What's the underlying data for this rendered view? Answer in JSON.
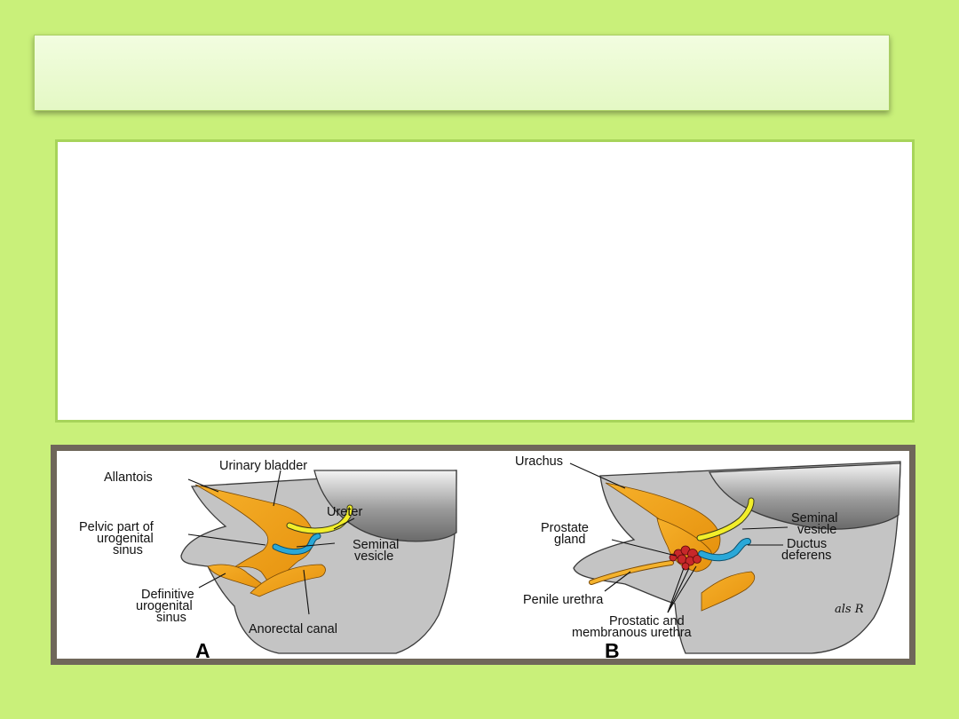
{
  "panel_a": {
    "letter": "A",
    "labels": {
      "allantois": "Allantois",
      "urinary_bladder": "Urinary bladder",
      "ureter": "Ureter",
      "pelvic_1": "Pelvic part of",
      "pelvic_2": "urogenital",
      "pelvic_3": "sinus",
      "seminal_1": "Seminal",
      "seminal_2": "vesicle",
      "definitive_1": "Definitive",
      "definitive_2": "urogenital",
      "definitive_3": "sinus",
      "anorectal": "Anorectal canal"
    }
  },
  "panel_b": {
    "letter": "B",
    "labels": {
      "urachus": "Urachus",
      "prostate_1": "Prostate",
      "prostate_2": "gland",
      "seminal_1": "Seminal",
      "seminal_2": "vesicle",
      "ductus_1": "Ductus",
      "ductus_2": "deferens",
      "penile": "Penile urethra",
      "prostatic_1": "Prostatic and",
      "prostatic_2": "membranous urethra"
    },
    "signature": "als R"
  },
  "colors": {
    "background": "#c9f07a",
    "tissue_gray": "#c4c4c4",
    "urogenital_orange": "#f2a218",
    "ureter_yellow": "#f2ee2a",
    "seminal_blue": "#2aa8d8",
    "prostate_red": "#c8282a"
  }
}
